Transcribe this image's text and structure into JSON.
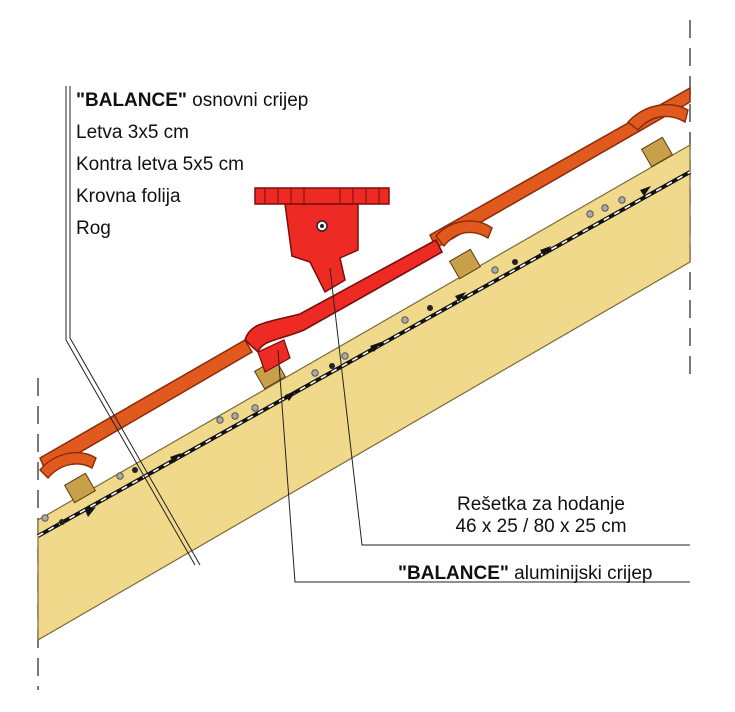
{
  "labels": {
    "item1_bold": "\"BALANCE\"",
    "item1_rest": " osnovni crijep",
    "item2": "Letva 3x5 cm",
    "item3": "Kontra letva 5x5 cm",
    "item4": "Krovna folija",
    "item5": "Rog",
    "grating_line1": "Rešetka za hodanje",
    "grating_line2": "46 x 25 / 80 x 25 cm",
    "aluminium_bold": "\"BALANCE\"",
    "aluminium_rest": " aluminijski crijep"
  },
  "colors": {
    "rafter": "#f1d98b",
    "tile": "#e05a1e",
    "tile_dark": "#8a2a0a",
    "red_part": "#ee2a24",
    "batten": "#c9a04a",
    "membrane": "#111111"
  }
}
